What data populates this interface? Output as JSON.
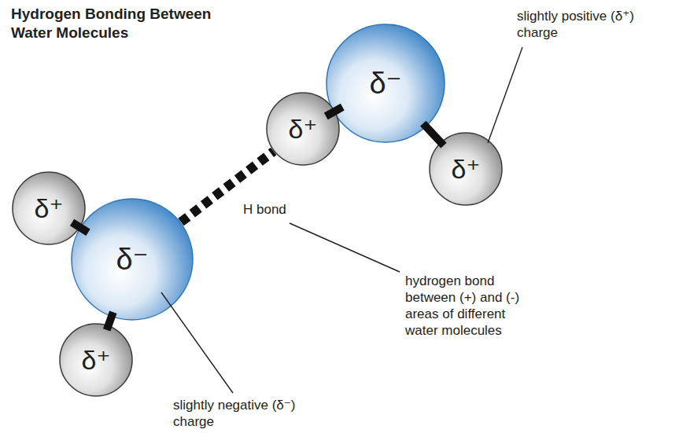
{
  "diagram": {
    "title": "Hydrogen Bonding Between Water Molecules",
    "nodes": [
      {
        "text": [
          "δ⁻"
        ]
      },
      {
        "text": [
          "δ⁺"
        ]
      },
      {
        "text": [
          "δ⁺"
        ]
      },
      {
        "text": [
          "δ⁺"
        ]
      },
      {
        "text": [
          "δ⁻"
        ]
      },
      {
        "text": [
          "δ⁺"
        ]
      }
    ],
    "edges": [
      {
        "from": 0,
        "to": 1,
        "arrow": "none"
      },
      {
        "from": 0,
        "to": 2,
        "arrow": "none"
      },
      {
        "from": 4,
        "to": 3,
        "arrow": "none"
      },
      {
        "from": 4,
        "to": 5,
        "arrow": "none"
      },
      {
        "from": 4,
        "to": 1,
        "label": "H bond",
        "arrow": "none"
      }
    ],
    "labels": [
      "slightly positive (δ⁺) charge",
      "hydrogen bond between (+) and (-) areas of different water molecules",
      "slightly negative (δ⁻) charge"
    ]
  }
}
